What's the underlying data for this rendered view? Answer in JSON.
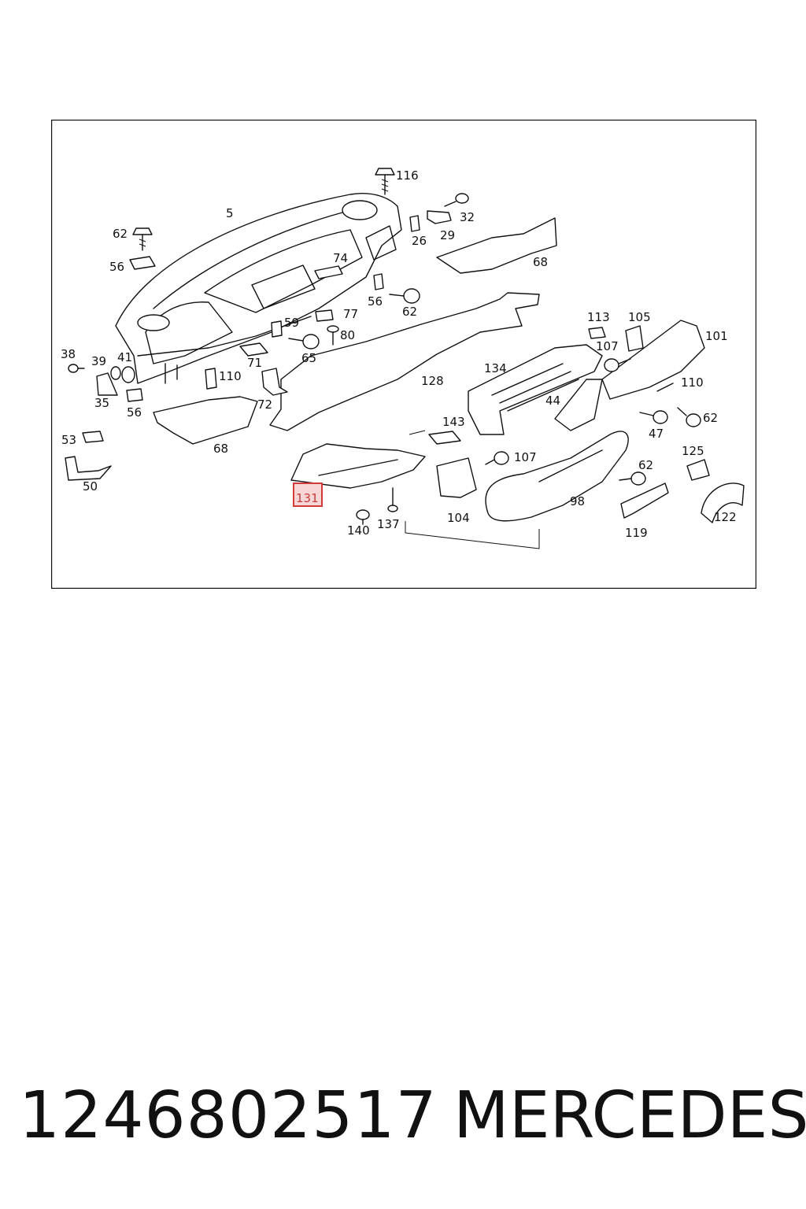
{
  "diagram": {
    "labels": {
      "l116": "116",
      "l5": "5",
      "l62a": "62",
      "l32": "32",
      "l29": "29",
      "l26": "26",
      "l68a": "68",
      "l56a": "56",
      "l74": "74",
      "l56b": "56",
      "l62b": "62",
      "l59": "59",
      "l77": "77",
      "l80": "80",
      "l38": "38",
      "l39": "39",
      "l41": "41",
      "l65": "65",
      "l71": "71",
      "l110a": "110",
      "l35": "35",
      "l56c": "56",
      "l72": "72",
      "l128": "128",
      "l113": "113",
      "l105": "105",
      "l101": "101",
      "l107a": "107",
      "l134": "134",
      "l110b": "110",
      "l44": "44",
      "l62c": "62",
      "l47": "47",
      "l53": "53",
      "l68b": "68",
      "l143": "143",
      "l50": "50",
      "l107b": "107",
      "l125": "125",
      "l62d": "62",
      "l131": "131",
      "l98": "98",
      "l104": "104",
      "l122": "122",
      "l140": "140",
      "l137": "137",
      "l119": "119"
    }
  },
  "footer": {
    "part_number": "1246802517",
    "brand": "MERCEDES"
  }
}
